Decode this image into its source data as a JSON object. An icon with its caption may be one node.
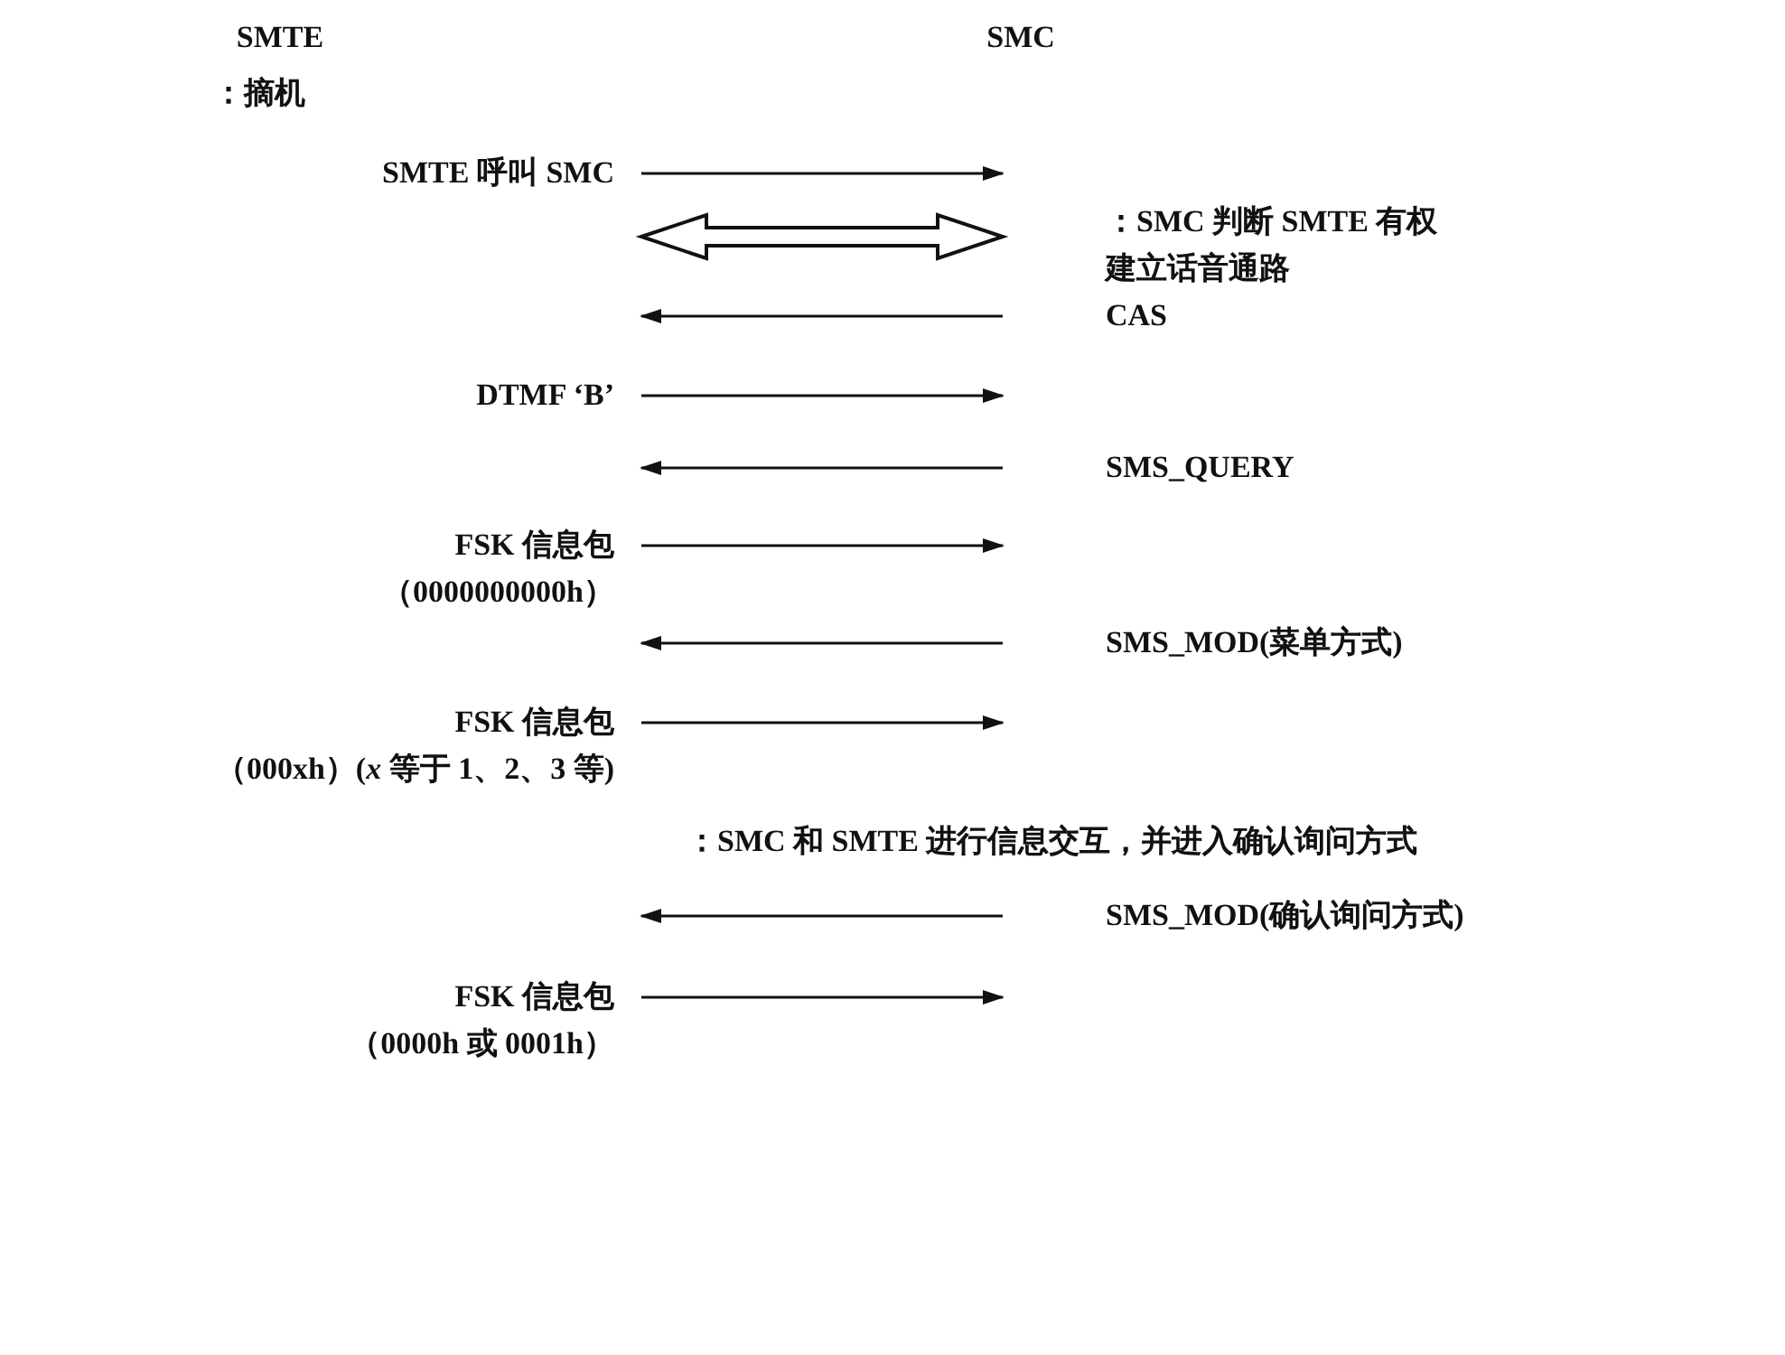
{
  "diagram": {
    "nodes": [
      {
        "text": [
          "SMTE"
        ]
      },
      {
        "text": [
          "SMC"
        ]
      }
    ],
    "labels": [
      "：摘机",
      "SMTE 呼叫 SMC",
      "：SMC 判断 SMTE 有权建立话音通路",
      "CAS",
      "DTMF ‘B’",
      "SMS_QUERY",
      "FSK 信息包",
      "（0000000000h）",
      "SMS_MOD(菜单方式)",
      "FSK 信息包",
      "（000xh）(*x* 等于 1、2、3 等)",
      "：SMC 和 SMTE 进行信息交互，并进入确认询问方式",
      "SMS_MOD(确认询问方式)",
      "FSK 信息包",
      "（0000h 或 0001h）"
    ]
  }
}
